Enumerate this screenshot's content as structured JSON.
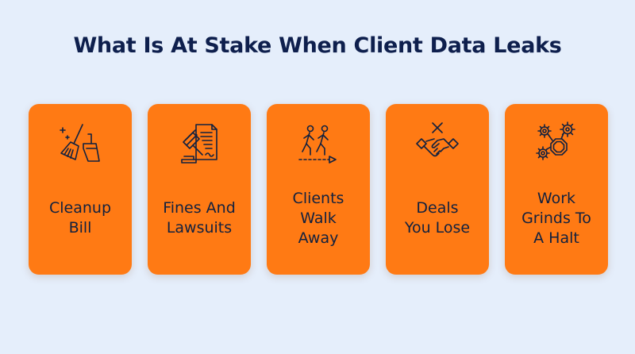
{
  "title": "What Is At Stake When Client Data Leaks",
  "colors": {
    "background": "#e5eefb",
    "title": "#0e1f4d",
    "card": "#ff7a14",
    "icon_stroke": "#12213f",
    "label": "#12213f"
  },
  "cards": [
    {
      "label": "Cleanup\nBill",
      "icon": "broom-dustpan-icon"
    },
    {
      "label": "Fines And\nLawsuits",
      "icon": "gavel-document-icon"
    },
    {
      "label": "Clients\nWalk\nAway",
      "icon": "people-walking-away-icon"
    },
    {
      "label": "Deals\nYou Lose",
      "icon": "handshake-cancel-icon"
    },
    {
      "label": "Work\nGrinds To\nA Halt",
      "icon": "gears-stop-icon"
    }
  ]
}
